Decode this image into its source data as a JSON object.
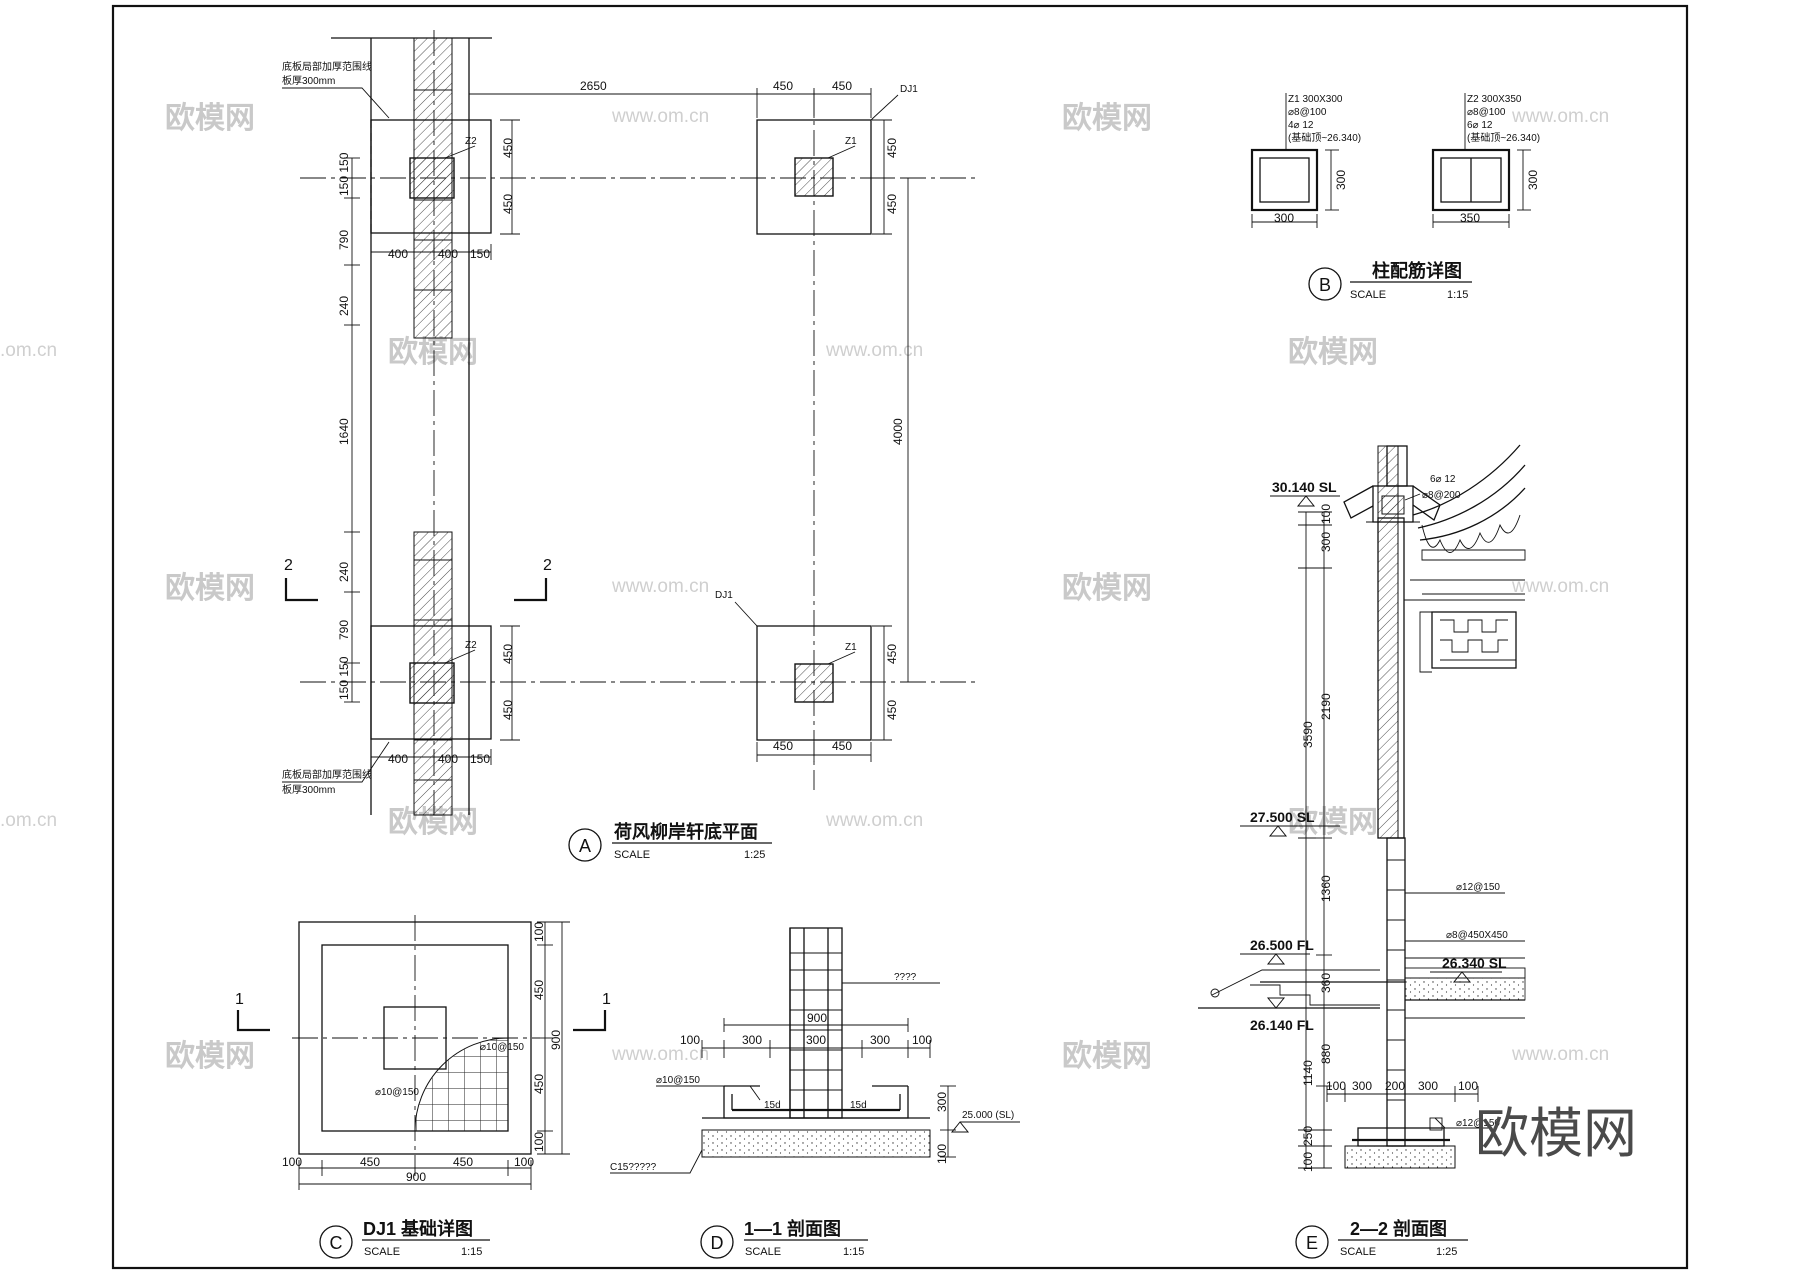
{
  "plan": {
    "title": "荷风柳岸轩底平面",
    "label": "A",
    "scale_word": "SCALE",
    "scale": "1:25",
    "note_line1": "底板局部加厚范围线",
    "note_line2": "板厚300mm",
    "dims": {
      "d2650": "2650",
      "d450": "450",
      "d4000": "4000",
      "d790": "790",
      "d240": "240",
      "d1640": "1640",
      "d400": "400",
      "d150": "150",
      "d150_150": "150 150"
    },
    "col_z1": "Z1",
    "col_z2": "Z2",
    "footing_tag": "DJ1",
    "section_mark": "2"
  },
  "column_detail": {
    "title": "柱配筋详图",
    "label": "B",
    "scale_word": "SCALE",
    "scale": "1:15",
    "z1": {
      "name": "Z1  300X300",
      "stirrup": "⌀8@100",
      "bars": "4⌀  12",
      "range": "(基础顶~26.340)",
      "w": "300",
      "h": "300"
    },
    "z2": {
      "name": "Z2  300X350",
      "stirrup": "⌀8@100",
      "bars": "6⌀  12",
      "range": "(基础顶~26.340)",
      "w": "350",
      "h": "300"
    }
  },
  "footing_detail": {
    "title": "DJ1 基础详图",
    "label": "C",
    "scale_word": "SCALE",
    "scale": "1:15",
    "rebar1": "⌀10@150",
    "rebar2": "⌀10@150",
    "dims": {
      "d100": "100",
      "d450": "450",
      "d900": "900"
    },
    "section_mark": "1"
  },
  "section_11": {
    "title": "1—1 剖面图",
    "label": "D",
    "scale_word": "SCALE",
    "scale": "1:15",
    "note_top": "????",
    "note_conc": "C15?????",
    "rebar": "⌀10@150",
    "level": "25.000 (SL)",
    "anchor": "15d",
    "dims": {
      "d100": "100",
      "d300": "300",
      "d900": "900"
    }
  },
  "section_22": {
    "title": "2—2 剖面图",
    "label": "E",
    "scale_word": "SCALE",
    "scale": "1:25",
    "levels": [
      "30.140 SL",
      "27.500 SL",
      "26.500 FL",
      "26.340 SL",
      "26.140 FL"
    ],
    "rebars": [
      "6⌀  12",
      "⌀8@200",
      "⌀12@150",
      "⌀8@450X450",
      "⌀12@150"
    ],
    "dims": {
      "d100": "100",
      "d300": "300",
      "d2190": "2190",
      "d3590": "3590",
      "d1360": "1360",
      "d360": "360",
      "d880": "880",
      "d1140": "1140",
      "d250": "250",
      "d200": "200"
    }
  },
  "watermark": {
    "cn": "欧模网",
    "url": "www.om.cn",
    "url_edge": ".om.cn",
    "logo": "欧模网"
  }
}
